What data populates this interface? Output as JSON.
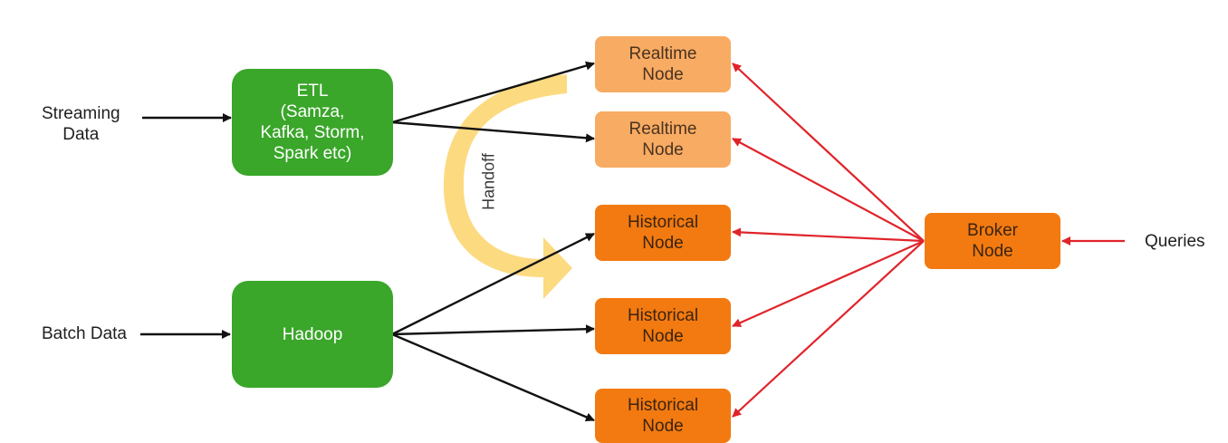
{
  "inputs": {
    "streaming": "Streaming\nData",
    "batch": "Batch Data",
    "queries": "Queries"
  },
  "etl": {
    "title": "ETL",
    "detail": "(Samza,\nKafka, Storm,\nSpark etc)"
  },
  "hadoop": "Hadoop",
  "realtime_nodes": [
    "Realtime\nNode",
    "Realtime\nNode"
  ],
  "historical_nodes": [
    "Historical\nNode",
    "Historical\nNode",
    "Historical\nNode"
  ],
  "broker": "Broker\nNode",
  "handoff": "Handoff",
  "colors": {
    "green": "#3aa62a",
    "realtime": "#f8ab63",
    "historical": "#f37a10",
    "handoff_arrow": "#fbd46a",
    "black_arrow": "#111111",
    "red_arrow": "#e0242a"
  }
}
